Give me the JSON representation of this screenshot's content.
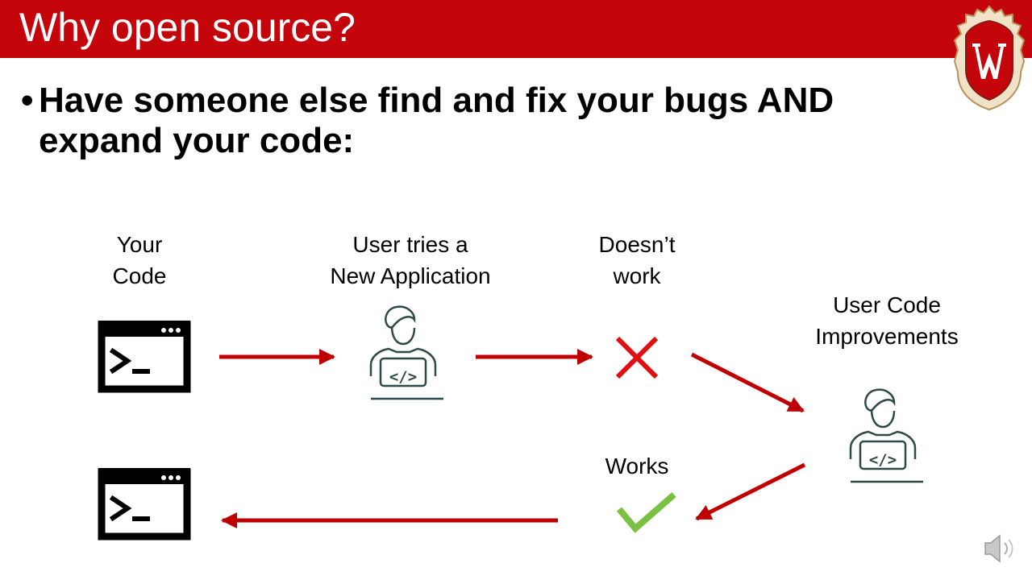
{
  "slide": {
    "title": "Why open source?",
    "bullet": "Have someone else find and fix your bugs AND expand your code:"
  },
  "diagram": {
    "your_code_line1": "Your",
    "your_code_line2": "Code",
    "user_tries_line1": "User tries a",
    "user_tries_line2": "New Application",
    "doesnt_work_line1": "Doesn’t",
    "doesnt_work_line2": "work",
    "improvements_line1": "User Code",
    "improvements_line2": "Improvements",
    "works": "Works",
    "code_icon_text": "</>"
  },
  "colors": {
    "brand_red": "#c5050c",
    "arrow_red": "#c00000",
    "cross_red": "#e01010",
    "check_green": "#7ac142",
    "icon_teal": "#2e4a48"
  },
  "icons": [
    "terminal-icon",
    "developer-icon",
    "cross-icon",
    "check-icon",
    "speaker-icon",
    "university-crest-icon"
  ]
}
